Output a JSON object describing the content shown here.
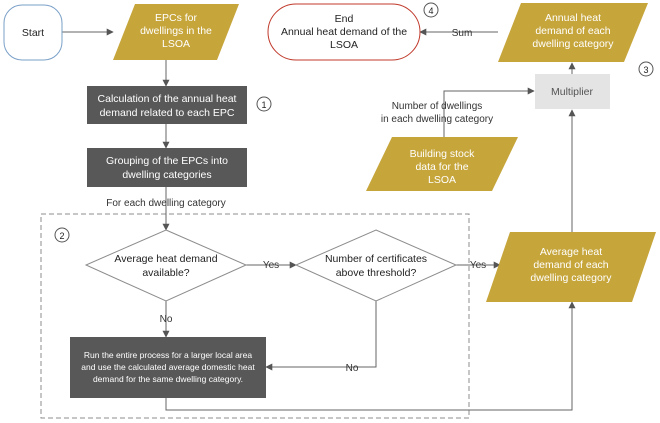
{
  "nodes": {
    "start": "Start",
    "epcs": [
      "EPCs for",
      "dwellings in the",
      "LSOA"
    ],
    "calc": [
      "Calculation of the annual heat",
      "demand related to each EPC"
    ],
    "grouping": [
      "Grouping of the EPCs into",
      "dwelling categories"
    ],
    "for_each": "For each dwelling category",
    "avg_available": [
      "Average heat demand",
      "available?"
    ],
    "num_certs": [
      "Number of certificates",
      "above threshold?"
    ],
    "run_process": [
      "Run the entire process for a larger local area",
      "and use the calculated average domestic heat",
      "demand for the same dwelling category."
    ],
    "avg_heat": [
      "Average heat",
      "demand of each",
      "dwelling category"
    ],
    "multiplier": "Multiplier",
    "num_dwellings": [
      "Number of dwellings",
      "in each dwelling category"
    ],
    "building_stock": [
      "Building stock",
      "data for the",
      "LSOA"
    ],
    "annual_heat": [
      "Annual heat",
      "demand of each",
      "dwelling category"
    ],
    "end": [
      "End",
      "Annual heat demand of the",
      "LSOA"
    ]
  },
  "edge_labels": {
    "yes1": "Yes",
    "yes2": "Yes",
    "no1": "No",
    "no2": "No",
    "sum": "Sum"
  },
  "step_numbers": [
    "1",
    "2",
    "3",
    "4"
  ]
}
